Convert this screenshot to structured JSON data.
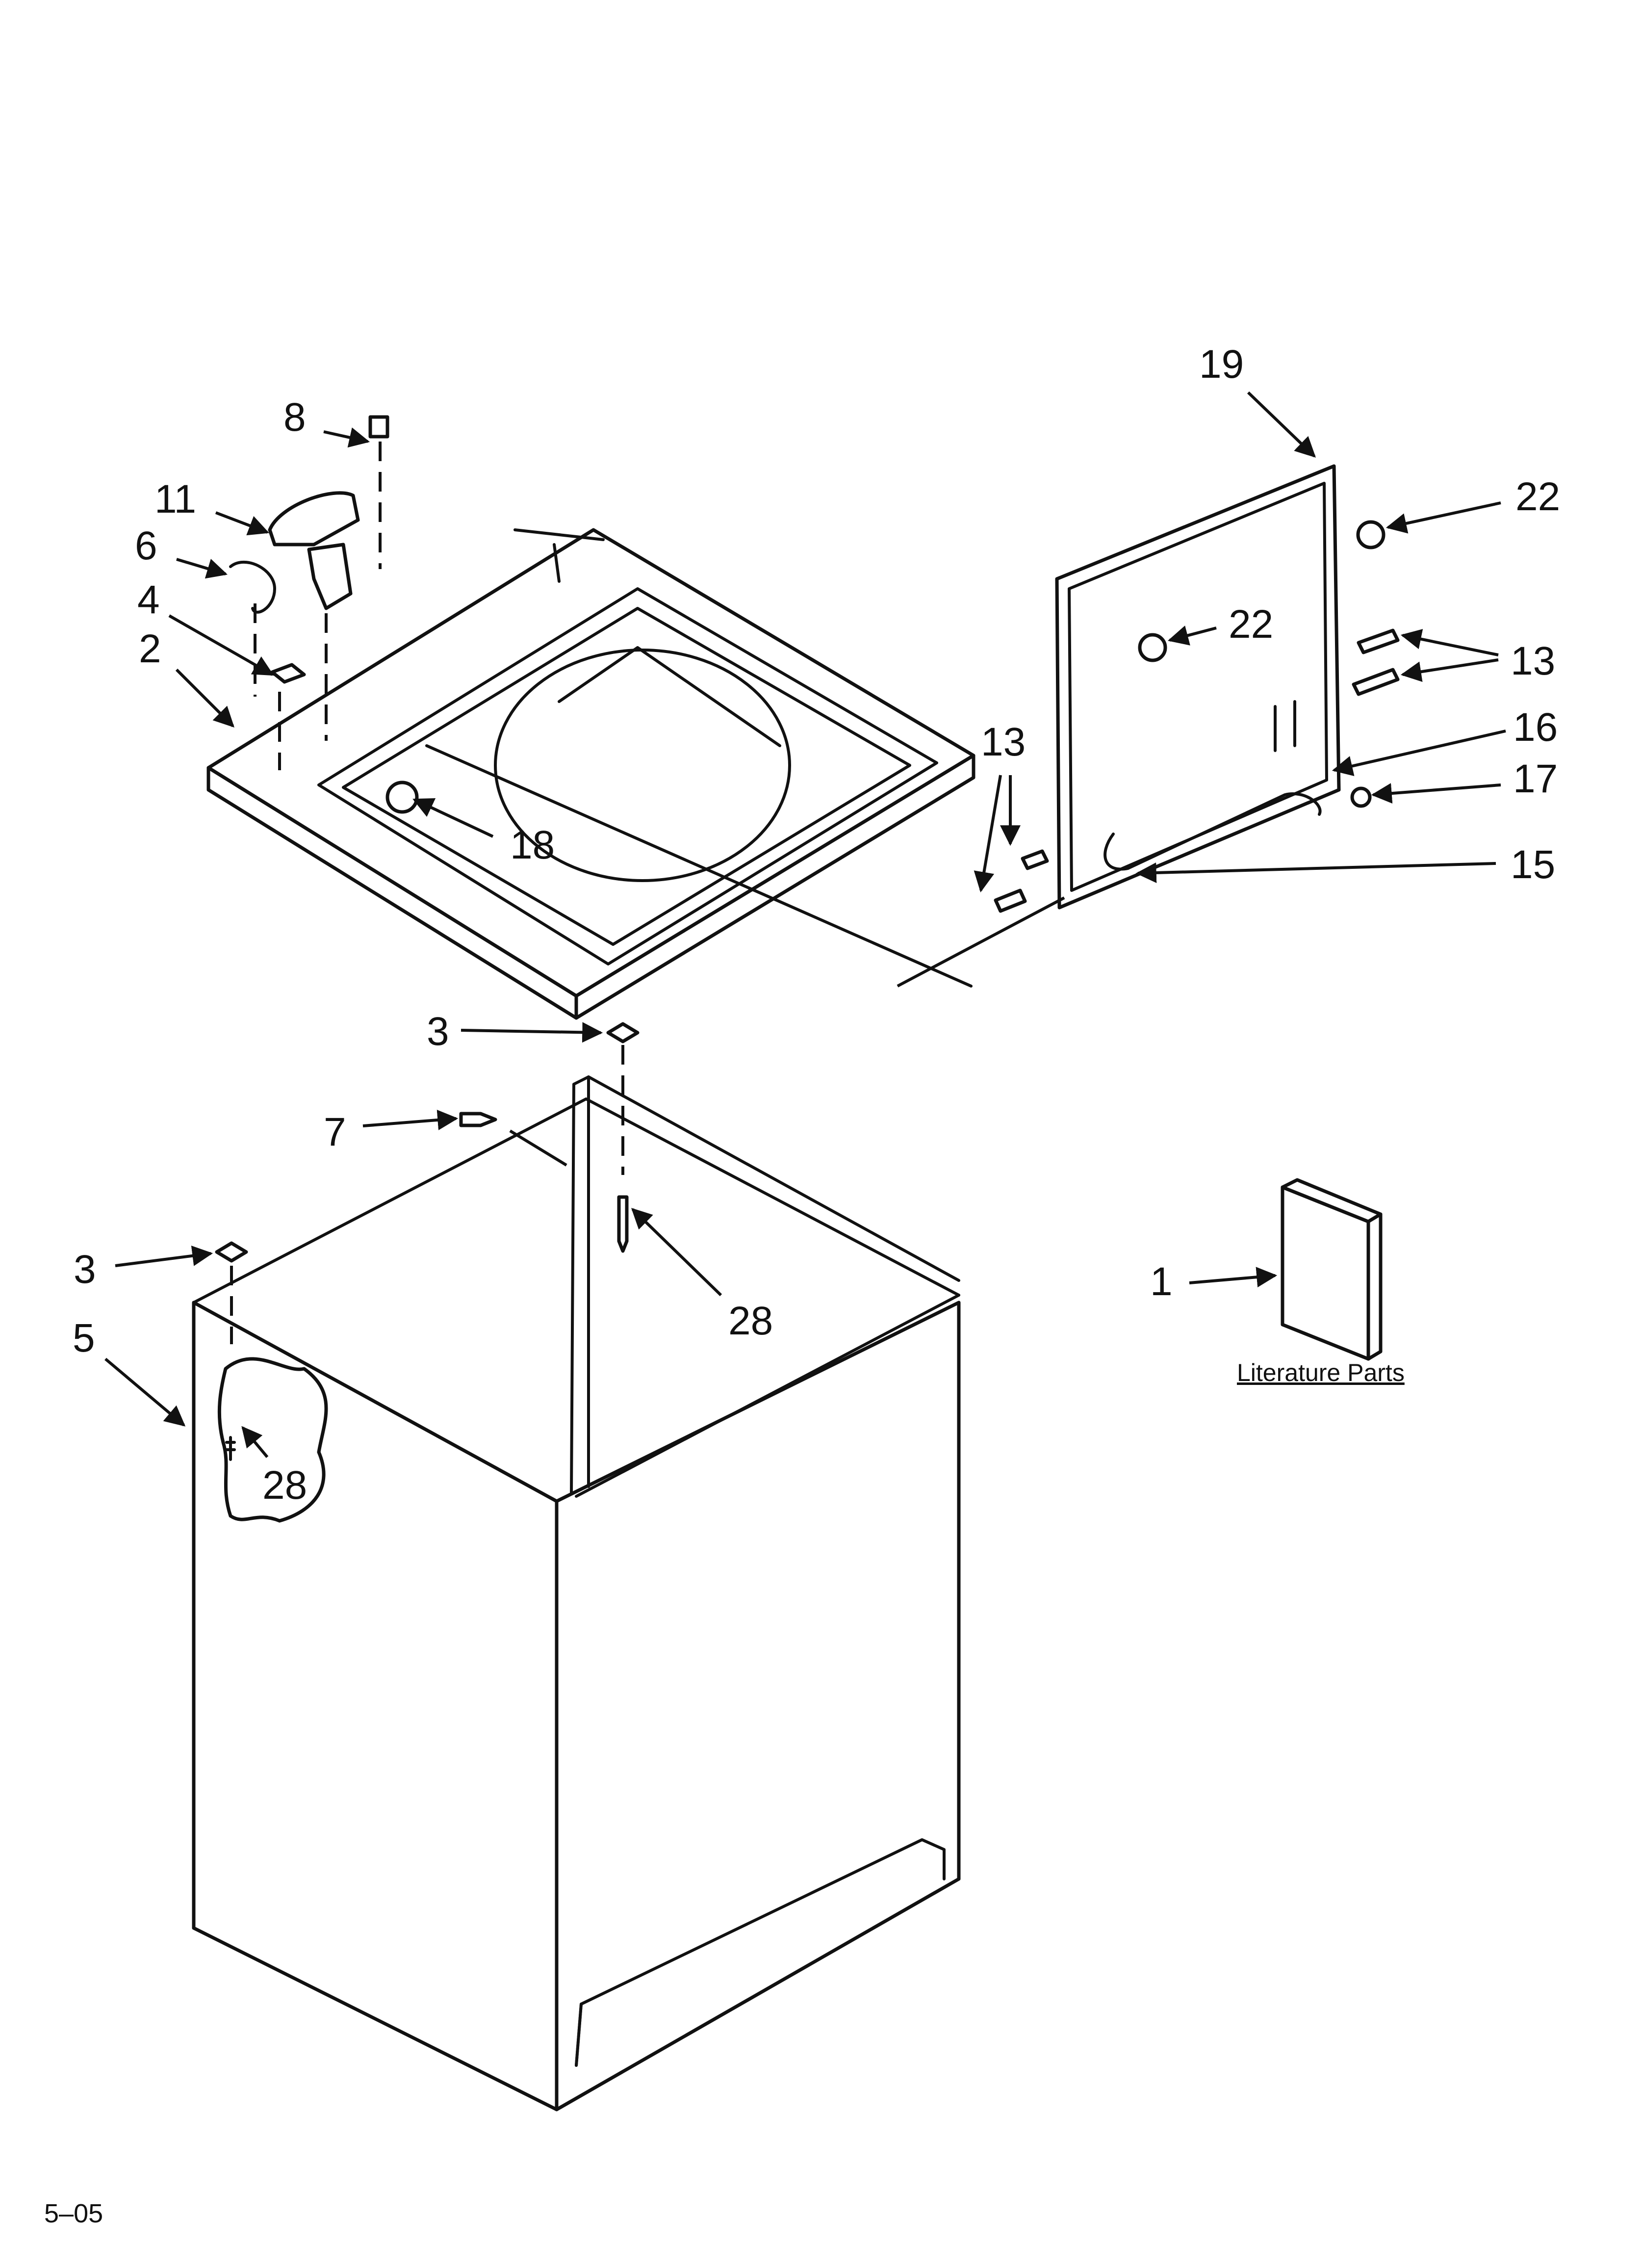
{
  "callouts": {
    "c8": "8",
    "c11": "11",
    "c6": "6",
    "c4": "4",
    "c2": "2",
    "c18": "18",
    "c19": "19",
    "c22a": "22",
    "c22b": "22",
    "c13a": "13",
    "c13b": "13",
    "c16": "16",
    "c17": "17",
    "c15": "15",
    "c3a": "3",
    "c7": "7",
    "c28a": "28",
    "c3b": "3",
    "c5": "5",
    "c28b": "28",
    "c1": "1"
  },
  "literature_label": "Literature Parts",
  "footer_code": "5–05"
}
